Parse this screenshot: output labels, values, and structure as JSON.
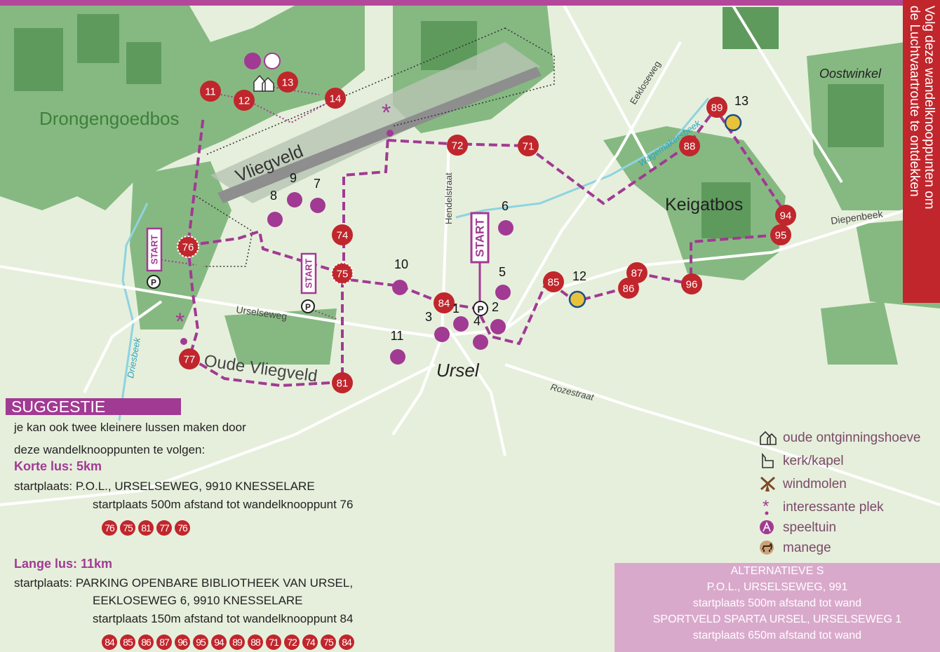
{
  "sidebar_text": "Volg deze wandelknooppunten om\nde Luchtvaartroute te ontdekken",
  "places": {
    "drongengoedbos": "Drongengoedbos",
    "vliegveld": "Vliegveld",
    "oude_vliegveld": "Oude Vliegveld",
    "ursel": "Ursel",
    "keigatbos": "Keigatbos",
    "oostwinkel": "Oostwinkel"
  },
  "streets": {
    "eekloseweg": "Eekloseweg",
    "wagemakersbeek": "Wagemakersbeek",
    "hendelstraat": "Hendelstraat",
    "diepenbeek": "Diepenbeek",
    "urselseweg": "Urselseweg",
    "rozestraat": "Rozestraat",
    "driesbeek": "Driesbeek"
  },
  "start_label": "START",
  "parking_symbol": "P",
  "nodes": [
    "11",
    "12",
    "13",
    "14",
    "71",
    "72",
    "74",
    "75",
    "76",
    "77",
    "81",
    "84",
    "85",
    "86",
    "87",
    "88",
    "89",
    "94",
    "95",
    "96"
  ],
  "poi_numbers": [
    "1",
    "2",
    "3",
    "4",
    "5",
    "6",
    "7",
    "8",
    "9",
    "10",
    "11",
    "12",
    "13"
  ],
  "suggestie": {
    "title": "SUGGESTIE",
    "intro_1": "je kan ook twee kleinere lussen maken door",
    "intro_2": "deze wandelknooppunten te volgen:",
    "korte": {
      "title": "Korte lus: 5km",
      "start": "startplaats: P.O.L., URSELSEWEG, 9910 KNESSELARE",
      "distance": "startplaats 500m afstand tot wandelknooppunt 76",
      "route": [
        "76",
        "75",
        "81",
        "77",
        "76"
      ]
    },
    "lange": {
      "title": "Lange lus: 11km",
      "start_1": "startplaats: PARKING OPENBARE BIBLIOTHEEK VAN URSEL,",
      "start_2": "EEKLOSEWEG 6, 9910 KNESSELARE",
      "distance": "startplaats 150m afstand tot wandelknooppunt 84",
      "route": [
        "84",
        "85",
        "86",
        "87",
        "96",
        "95",
        "94",
        "89",
        "88",
        "71",
        "72",
        "74",
        "75",
        "84"
      ]
    }
  },
  "legend": [
    {
      "icon": "farmhouse-icon",
      "label": "oude ontginningshoeve"
    },
    {
      "icon": "church-icon",
      "label": "kerk/kapel"
    },
    {
      "icon": "windmill-icon",
      "label": "windmolen"
    },
    {
      "icon": "star-icon",
      "label": "interessante plek"
    },
    {
      "icon": "playground-icon",
      "label": "speeltuin"
    },
    {
      "icon": "horse-icon",
      "label": "manege"
    }
  ],
  "alternatieve": {
    "line1": "ALTERNATIEVE S",
    "line2": "P.O.L., URSELSEWEG, 991",
    "line3": "startplaats 500m afstand tot wand",
    "line4": "SPORTVELD SPARTA URSEL, URSELSEWEG 1",
    "line5": "startplaats 650m afstand tot wand"
  },
  "colors": {
    "route": "#a13a93",
    "node": "#c0262c",
    "forest": "#7fb17a",
    "forest_dark": "#5f9a5d",
    "runway": "#8e8e8e",
    "water": "#8fd3e0"
  }
}
